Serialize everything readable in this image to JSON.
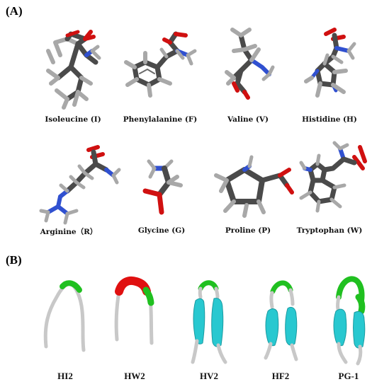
{
  "panels": {
    "a": "(A)",
    "b": "(B)"
  },
  "amino_acids": [
    {
      "label": "Isoleucine (I)"
    },
    {
      "label": "Phenylalanine (F)"
    },
    {
      "label": "Valine (V)"
    },
    {
      "label": "Histidine (H)"
    },
    {
      "label": "Arginine（R）"
    },
    {
      "label": "Glycine (G)"
    },
    {
      "label": "Proline (P)"
    },
    {
      "label": "Tryptophan (W)"
    }
  ],
  "peptides": [
    {
      "label": "HI2"
    },
    {
      "label": "HW2"
    },
    {
      "label": "HV2"
    },
    {
      "label": "HF2"
    },
    {
      "label": "PG-1"
    }
  ],
  "colors": {
    "carbon": "#4a4a4a",
    "hydrogen": "#a8a8a8",
    "oxygen": "#d01010",
    "nitrogen": "#3050d0",
    "coil": "#d0d0d0",
    "strand": "#28c8d0",
    "turn_green": "#20c020",
    "turn_red": "#e01010"
  }
}
